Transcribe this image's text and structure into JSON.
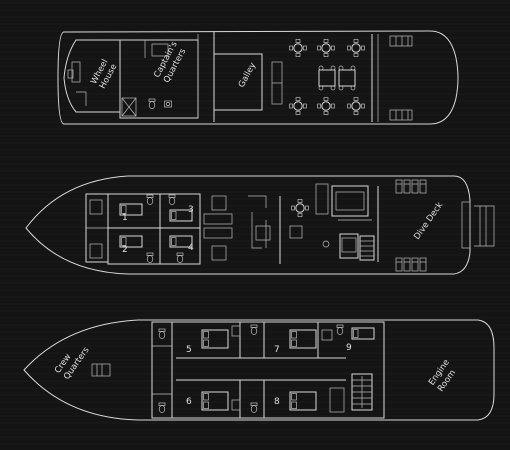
{
  "deck_labels": {
    "wheel_house_l1": "Wheel",
    "wheel_house_l2": "House",
    "captains_quarters_l1": "Captain's",
    "captains_quarters_l2": "Quarters",
    "galley": "Galley",
    "dive_deck": "Dive Deck",
    "crew_quarters_l1": "Crew",
    "crew_quarters_l2": "Quarters",
    "engine_room_l1": "Engine",
    "engine_room_l2": "Room"
  },
  "cabins": [
    "1",
    "2",
    "3",
    "4",
    "5",
    "6",
    "7",
    "8",
    "9"
  ],
  "colors": {
    "background": "#141414",
    "line": "#d9d9d9"
  }
}
